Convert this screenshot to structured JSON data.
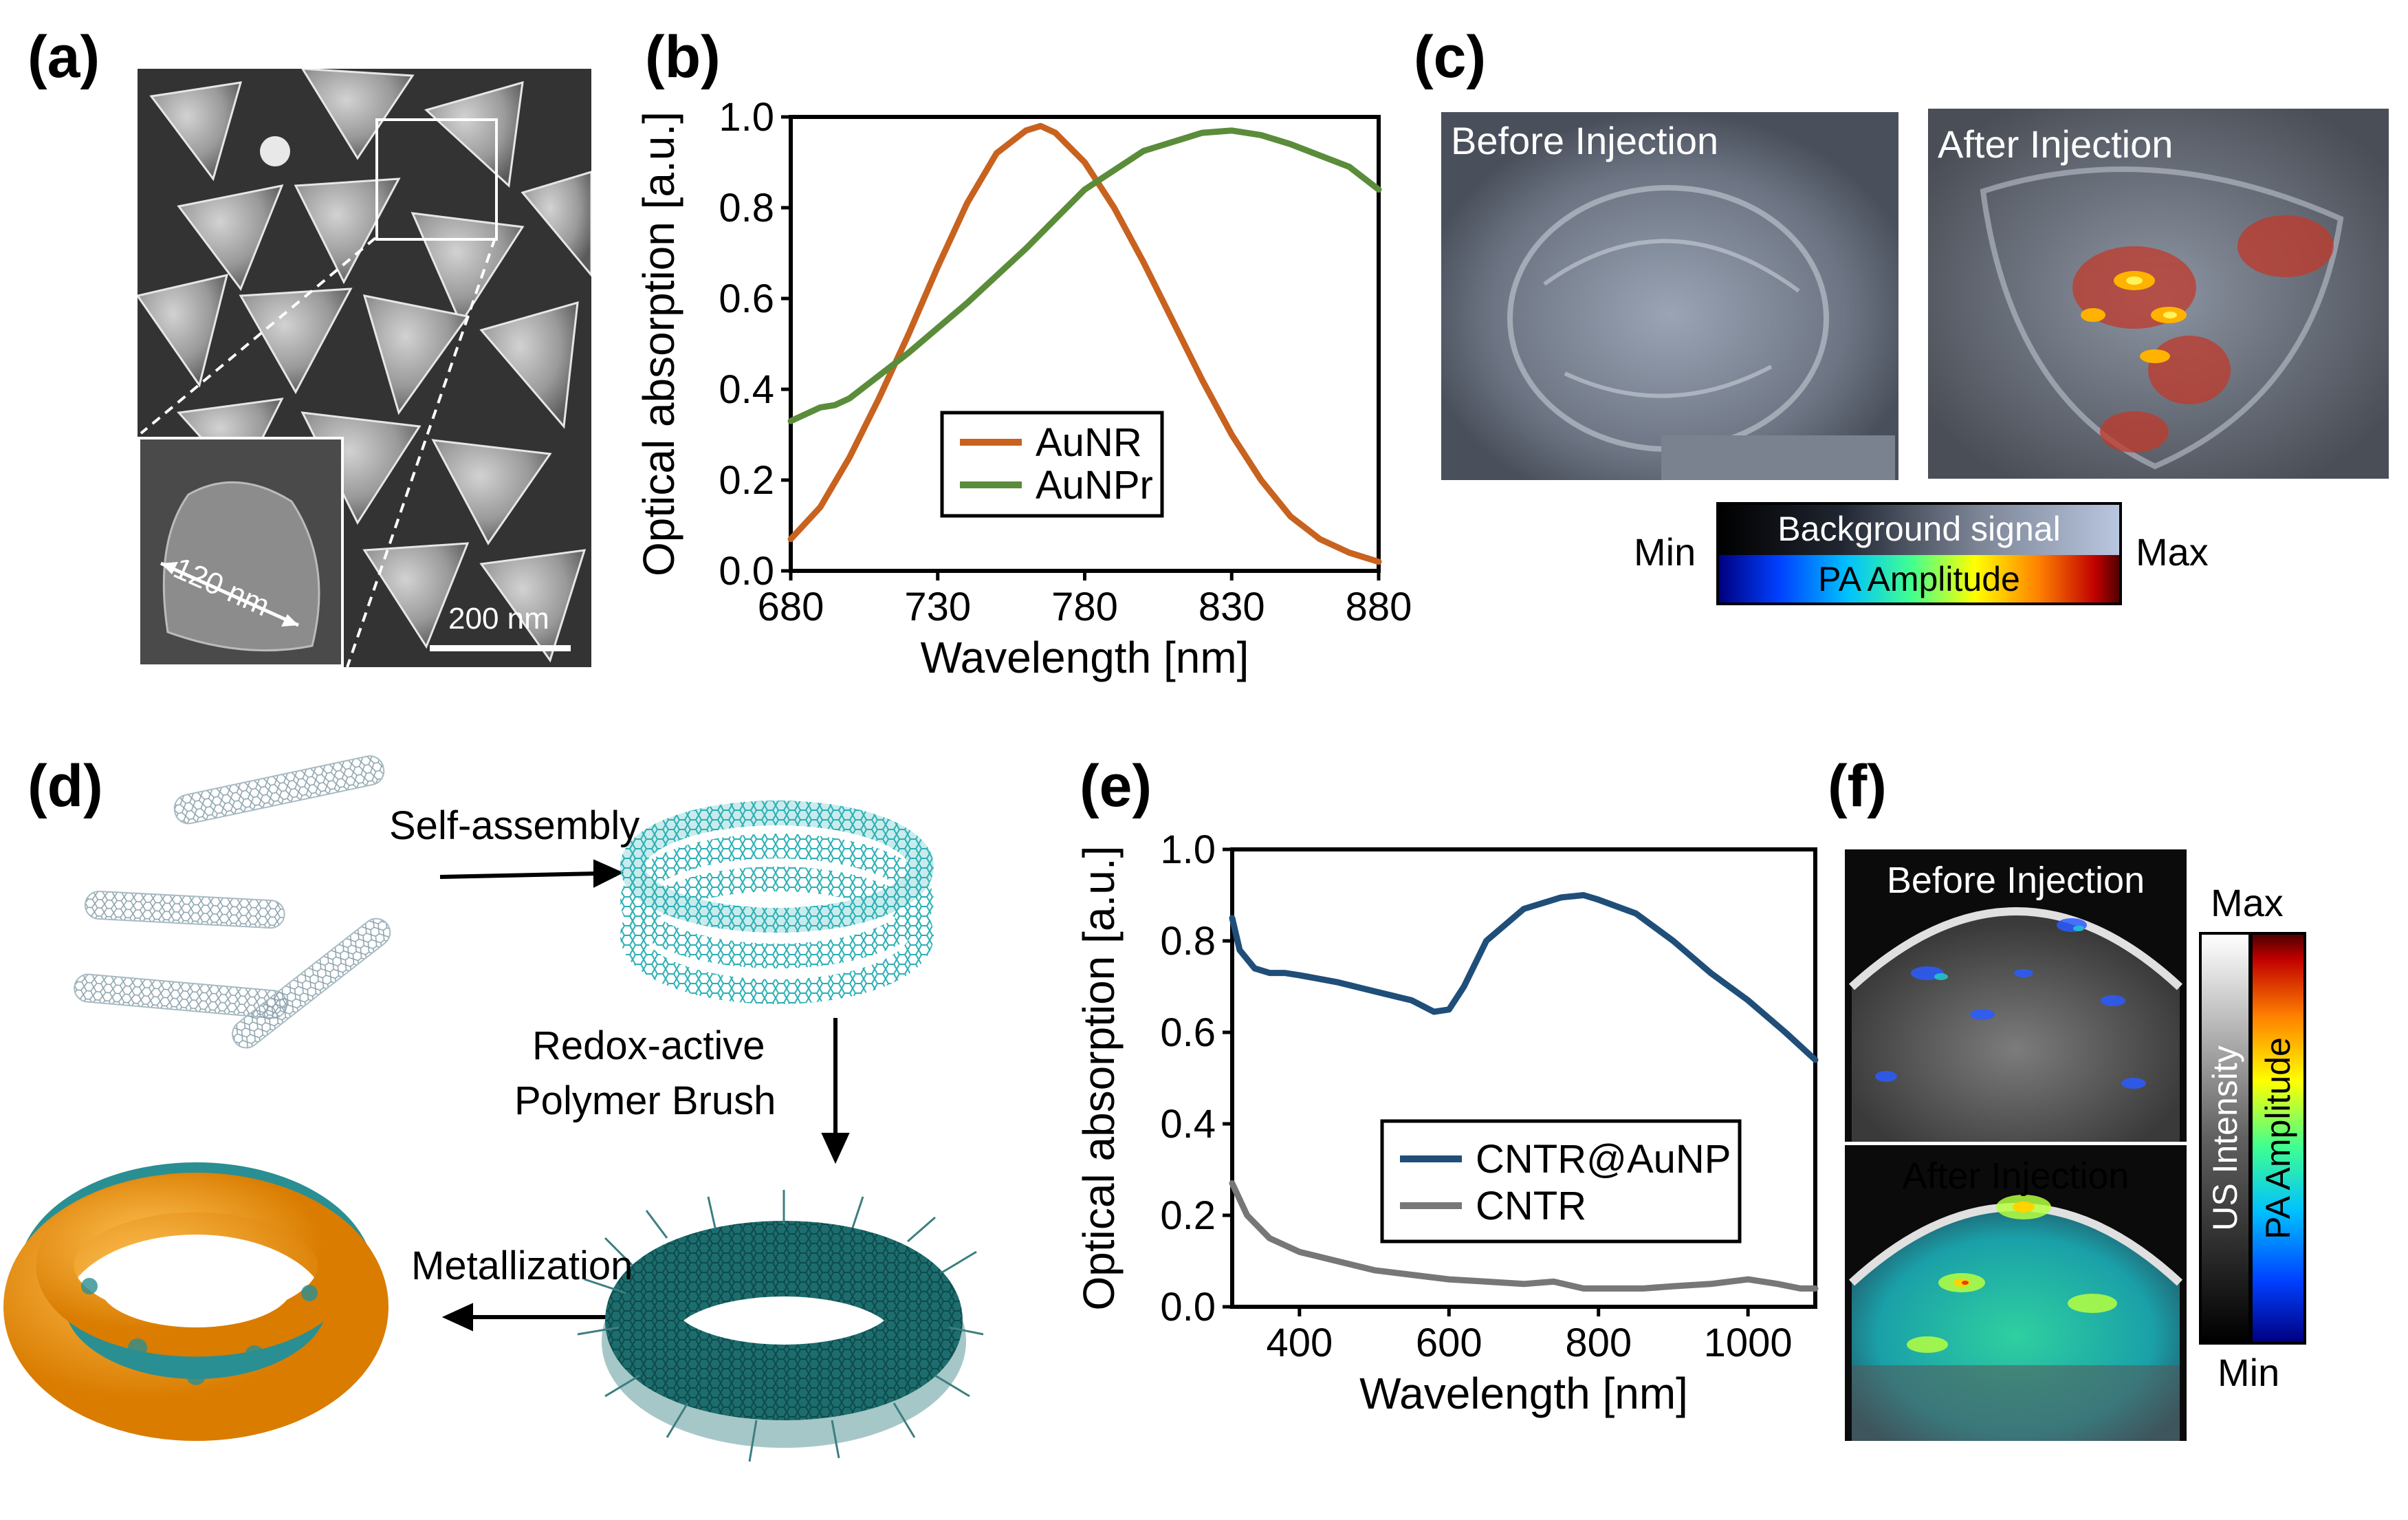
{
  "panels": {
    "a": {
      "label": "(a)",
      "inset_scale": "120 nm",
      "scale_bar": "200 nm"
    },
    "b": {
      "label": "(b)"
    },
    "c": {
      "label": "(c)",
      "before": "Before Injection",
      "after": "After Injection",
      "cb_background": "Background signal",
      "cb_pa": "PA Amplitude",
      "min": "Min",
      "max": "Max"
    },
    "d": {
      "label": "(d)",
      "step1": "Self-assembly",
      "step2_line1": "Redox-active",
      "step2_line2": "Polymer Brush",
      "step3": "Metallization"
    },
    "e": {
      "label": "(e)"
    },
    "f": {
      "label": "(f)",
      "before": "Before Injection",
      "after": "After Injection",
      "max": "Max",
      "min": "Min",
      "cb_us": "US Intensity",
      "cb_pa": "PA Amplitude"
    }
  },
  "chart_data": [
    {
      "panel": "b",
      "type": "line",
      "xlabel": "Wavelength [nm]",
      "ylabel": "Optical absorption [a.u.]",
      "xlim": [
        680,
        880
      ],
      "ylim": [
        0.0,
        1.0
      ],
      "xticks": [
        680,
        730,
        780,
        830,
        880
      ],
      "yticks": [
        0.0,
        0.2,
        0.4,
        0.6,
        0.8,
        1.0
      ],
      "ytick_labels": [
        "0.0",
        "0.2",
        "0.4",
        "0.6",
        "0.8",
        "1.0"
      ],
      "legend_position": "center",
      "series": [
        {
          "name": "AuNR",
          "color": "#c8621f",
          "x": [
            680,
            690,
            700,
            710,
            720,
            730,
            740,
            750,
            760,
            765,
            770,
            780,
            790,
            800,
            810,
            820,
            830,
            840,
            850,
            860,
            870,
            880
          ],
          "y": [
            0.07,
            0.14,
            0.25,
            0.38,
            0.52,
            0.67,
            0.81,
            0.92,
            0.97,
            0.98,
            0.965,
            0.9,
            0.8,
            0.68,
            0.55,
            0.42,
            0.3,
            0.2,
            0.12,
            0.07,
            0.04,
            0.02
          ]
        },
        {
          "name": "AuNPr",
          "color": "#5b8c3a",
          "x": [
            680,
            690,
            695,
            700,
            720,
            740,
            760,
            780,
            800,
            820,
            830,
            840,
            850,
            860,
            870,
            880
          ],
          "y": [
            0.33,
            0.36,
            0.365,
            0.38,
            0.48,
            0.59,
            0.71,
            0.84,
            0.925,
            0.965,
            0.97,
            0.96,
            0.94,
            0.915,
            0.89,
            0.84
          ]
        }
      ]
    },
    {
      "panel": "e",
      "type": "line",
      "xlabel": "Wavelength [nm]",
      "ylabel": "Optical absorption [a.u.]",
      "xlim": [
        310,
        1090
      ],
      "ylim": [
        0.0,
        1.0
      ],
      "xticks": [
        400,
        600,
        800,
        1000
      ],
      "yticks": [
        0.0,
        0.2,
        0.4,
        0.6,
        0.8,
        1.0
      ],
      "ytick_labels": [
        "0.0",
        "0.2",
        "0.4",
        "0.6",
        "0.8",
        "1.0"
      ],
      "legend_position": "bottom-right",
      "series": [
        {
          "name": "CNTR@AuNP",
          "color": "#1f4e79",
          "x": [
            310,
            320,
            340,
            360,
            380,
            400,
            450,
            500,
            550,
            580,
            600,
            620,
            650,
            700,
            750,
            780,
            800,
            850,
            900,
            950,
            1000,
            1050,
            1090
          ],
          "y": [
            0.85,
            0.78,
            0.74,
            0.73,
            0.73,
            0.725,
            0.71,
            0.69,
            0.67,
            0.645,
            0.65,
            0.7,
            0.8,
            0.87,
            0.895,
            0.9,
            0.89,
            0.86,
            0.8,
            0.73,
            0.67,
            0.6,
            0.54
          ]
        },
        {
          "name": "CNTR",
          "color": "#777777",
          "x": [
            310,
            330,
            360,
            400,
            450,
            500,
            550,
            600,
            650,
            700,
            740,
            780,
            820,
            860,
            900,
            950,
            1000,
            1040,
            1070,
            1090
          ],
          "y": [
            0.27,
            0.2,
            0.15,
            0.12,
            0.1,
            0.08,
            0.07,
            0.06,
            0.055,
            0.05,
            0.055,
            0.04,
            0.04,
            0.04,
            0.045,
            0.05,
            0.06,
            0.05,
            0.04,
            0.04
          ]
        }
      ]
    }
  ]
}
